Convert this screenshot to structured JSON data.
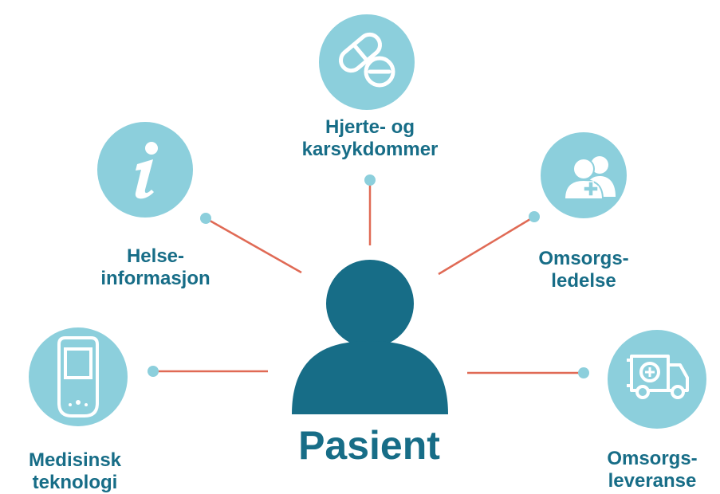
{
  "colors": {
    "circle": "#8ccfdc",
    "primary": "#176d87",
    "connector": "#e06a55",
    "dot": "#8ccfdc",
    "icon": "#ffffff"
  },
  "center": {
    "label": "Pasient",
    "icon": "person-icon"
  },
  "nodes": [
    {
      "id": "heart",
      "icon": "pills-icon",
      "line1": "Hjerte- og",
      "line2": "karsykdommer"
    },
    {
      "id": "info",
      "icon": "info-icon",
      "line1": "Helse-",
      "line2": "informasjon"
    },
    {
      "id": "care-mgmt",
      "icon": "care-team-icon",
      "line1": "Omsorgs-",
      "line2": "ledelse"
    },
    {
      "id": "tech",
      "icon": "glucose-meter-icon",
      "line1": "Medisinsk",
      "line2": "teknologi"
    },
    {
      "id": "delivery",
      "icon": "ambulance-icon",
      "line1": "Omsorgs-",
      "line2": "leveranse"
    }
  ]
}
